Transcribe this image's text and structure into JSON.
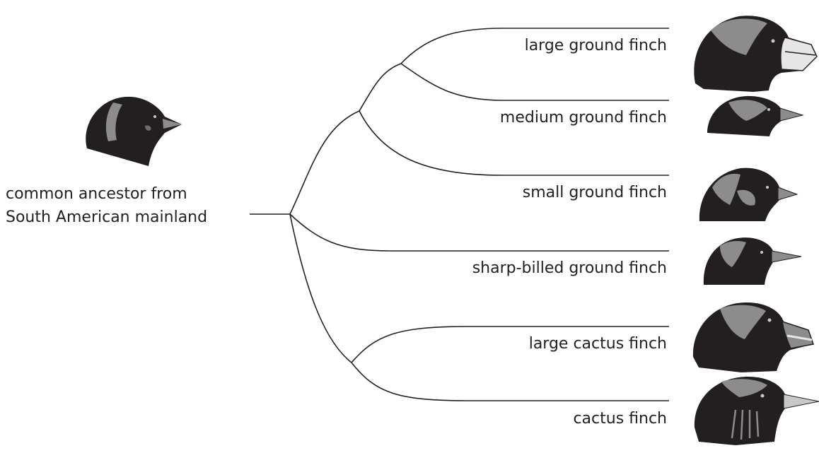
{
  "ancestor": {
    "line1": "common ancestor from",
    "line2": "South American mainland"
  },
  "species": [
    {
      "id": "large-ground-finch",
      "label": "large ground finch"
    },
    {
      "id": "medium-ground-finch",
      "label": "medium ground finch"
    },
    {
      "id": "small-ground-finch",
      "label": "small ground finch"
    },
    {
      "id": "sharp-billed-ground-finch",
      "label": "sharp-billed ground finch"
    },
    {
      "id": "large-cactus-finch",
      "label": "large cactus finch"
    },
    {
      "id": "cactus-finch",
      "label": "cactus finch"
    }
  ],
  "colors": {
    "line": "#231f20",
    "bird_dark": "#231f20",
    "bird_mid": "#8c8c8c",
    "bird_light": "#c8c8c8",
    "beak_light": "#e6e6e6"
  }
}
